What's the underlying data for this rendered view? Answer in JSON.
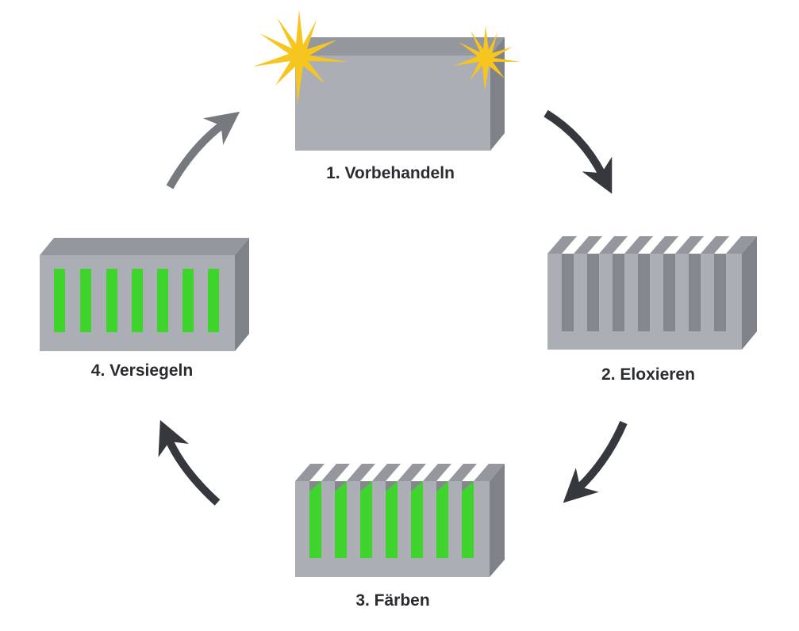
{
  "steps": [
    {
      "label": "1. Vorbehandeln"
    },
    {
      "label": "2. Eloxieren"
    },
    {
      "label": "3. Färben"
    },
    {
      "label": "4. Versiegeln"
    }
  ],
  "colors": {
    "block_front": "#abaeb5",
    "block_top": "#94979e",
    "block_side": "#7f8287",
    "groove": "#84878c",
    "dye": "#3ed42b",
    "sparkle": "#f7c51f",
    "arrow_dark": "#35383d",
    "arrow_light": "#76797e"
  }
}
